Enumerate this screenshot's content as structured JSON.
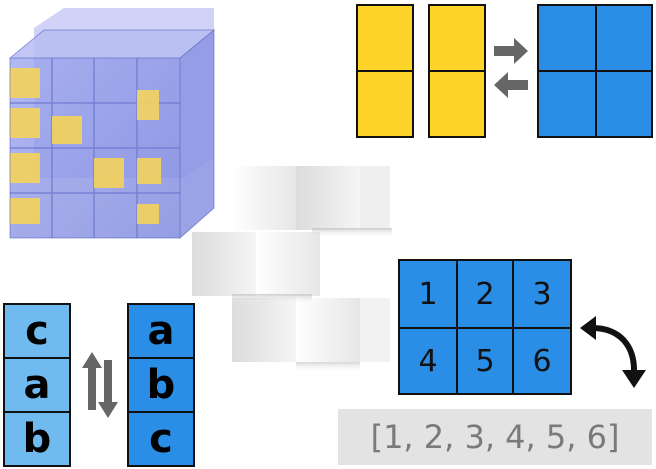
{
  "panels": {
    "cube": {
      "icon": "voxel-cube-icon",
      "colors": {
        "front": "#8c96e6",
        "highlight": "#f5d35c"
      }
    },
    "transfer": {
      "icon": "arrow-transfer-icon",
      "colors": {
        "left": "#ffd42a",
        "right": "#2a8ee6",
        "arrow": "#666666"
      }
    },
    "reshape": {
      "grid": [
        "1",
        "2",
        "3",
        "4",
        "5",
        "6"
      ],
      "flat": "[1, 2, 3, 4, 5, 6]",
      "icon": "curved-double-arrow-icon"
    },
    "sort": {
      "before": [
        "c",
        "a",
        "b"
      ],
      "after": [
        "a",
        "b",
        "c"
      ],
      "icon": "swap-arrows-icon",
      "colors": {
        "before": "#6fbbef",
        "after": "#2a8ee6"
      }
    },
    "logo": {
      "icon": "staircase-logo-icon"
    }
  }
}
